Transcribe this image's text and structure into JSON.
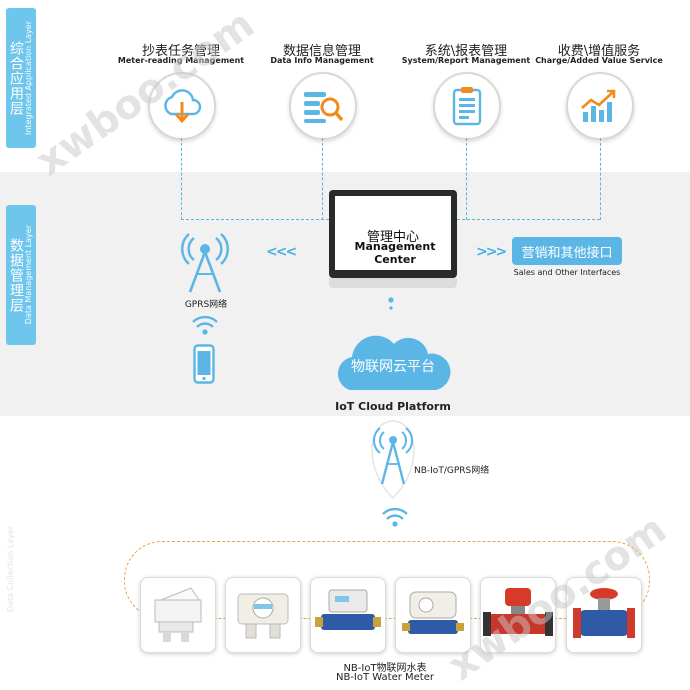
{
  "layers": {
    "app": {
      "zh": "综合应用层",
      "en": "Integrated Application Layer"
    },
    "data": {
      "zh": "数据管理层",
      "en": "Data Management Layer"
    },
    "device": {
      "en": "Data Collection Layer"
    }
  },
  "services": [
    {
      "zh": "抄表任务管理",
      "en": "Meter-reading Management",
      "icon": "cloud-download-icon"
    },
    {
      "zh": "数据信息管理",
      "en": "Data Info Management",
      "icon": "data-search-icon"
    },
    {
      "zh": "系统\\报表管理",
      "en": "System/Report Management",
      "icon": "clipboard-report-icon"
    },
    {
      "zh": "收费\\增值服务",
      "en": "Charge/Added Value Service",
      "icon": "growth-chart-icon"
    }
  ],
  "management_center": {
    "zh": "管理中心",
    "en": "Management Center"
  },
  "chevron_left": "<<<",
  "chevron_right": ">>>",
  "sales": {
    "zh": "营销和其他接口",
    "en": "Sales and Other Interfaces"
  },
  "gprs": {
    "label": "GPRS网络"
  },
  "cloud": {
    "zh": "物联网云平台",
    "en": "IoT Cloud Platform"
  },
  "nb_iot": {
    "label": "NB-IoT/GPRS网络"
  },
  "meters": {
    "zh": "NB-IoT物联网水表",
    "en": "NB-IoT Water Meter",
    "count": 6
  },
  "watermark": "xwboo.com",
  "colors": {
    "accent": "#5bb6e5",
    "tab": "#6ec6ec",
    "orange": "#f28a1e",
    "meter_group_border": "#f2a13b"
  }
}
